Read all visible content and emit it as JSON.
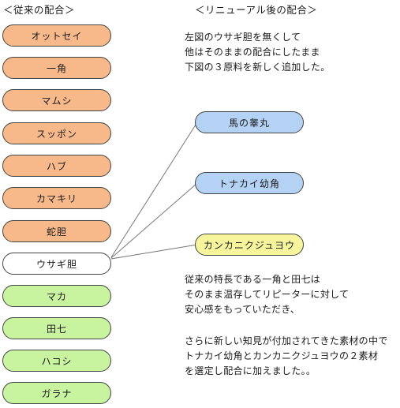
{
  "headings": {
    "left": "＜従来の配合＞",
    "right": "＜リニューアル後の配合＞"
  },
  "left_items": [
    {
      "label": "オットセイ",
      "color": "#f8b98a"
    },
    {
      "label": "一角",
      "color": "#f8b98a"
    },
    {
      "label": "マムシ",
      "color": "#f8b98a"
    },
    {
      "label": "スッポン",
      "color": "#f8b98a"
    },
    {
      "label": "ハブ",
      "color": "#f8b98a"
    },
    {
      "label": "カマキリ",
      "color": "#f8b98a"
    },
    {
      "label": "蛇胆",
      "color": "#f8b98a"
    },
    {
      "label": "ウサギ胆",
      "color": "#ffffff"
    },
    {
      "label": "マカ",
      "color": "#c8f4a0"
    },
    {
      "label": "田七",
      "color": "#c8f4a0"
    },
    {
      "label": "ハコシ",
      "color": "#c8f4a0"
    },
    {
      "label": "ガラナ",
      "color": "#c8f4a0"
    }
  ],
  "new_items": [
    {
      "label": "馬の睾丸",
      "color": "#b4d2f4"
    },
    {
      "label": "トナカイ幼角",
      "color": "#b4d2f4"
    },
    {
      "label": "カンカニクジュヨウ",
      "color": "#f7f59c"
    }
  ],
  "intro_text": [
    "左図のウサギ胆を無くして",
    "他はそのままの配合にしたまま",
    "下図の３原料を新しく追加した。"
  ],
  "feature_text": [
    "従来の特長である一角と田七は",
    "そのまま温存してリピーターに対して",
    "安心感をもっていただき、"
  ],
  "new_text": [
    "さらに新しい知見が付加されてきた素材の中で",
    "トナカイ幼角とカンカニクジュヨウの２素材",
    "を選定し配合に加えました。。"
  ]
}
